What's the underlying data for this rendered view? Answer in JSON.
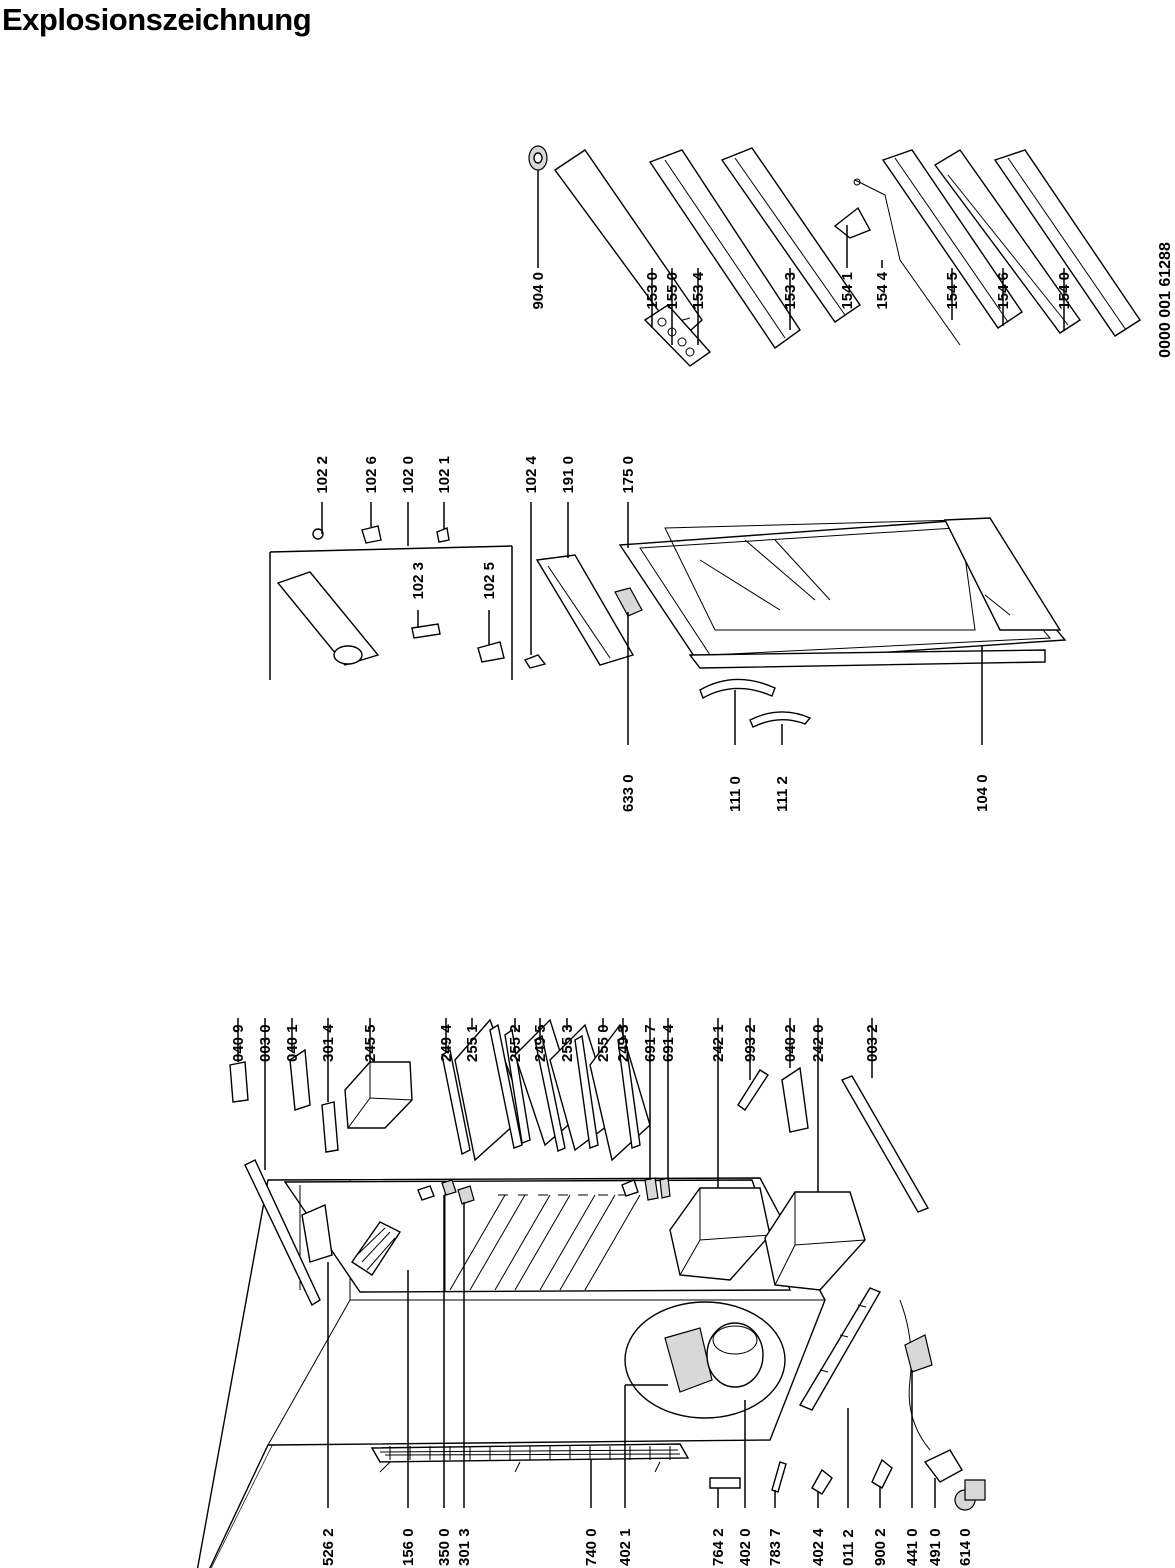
{
  "title": "Explosionszeichnung",
  "document_number": "0000 001 61288",
  "part_numbers": {
    "p5262": "526 2",
    "p1560": "156 0",
    "p3500": "350 0",
    "p3013": "301 3",
    "p7400": "740 0",
    "p4021": "402 1",
    "p7642": "764 2",
    "p4020": "402 0",
    "p7837": "783 7",
    "p4024": "402 4",
    "p0112": "011 2",
    "p9002": "900 2",
    "p4410": "441 0",
    "p4910": "491 0",
    "p6140": "614 0",
    "p0409": "040 9",
    "p0030": "003 0",
    "p0401": "040 1",
    "p3014": "301 4",
    "p2455": "245 5",
    "p2494": "249 4",
    "p2551": "255 1",
    "p2552": "255 2",
    "p2495": "249 5",
    "p2553": "255 3",
    "p2550": "255 0",
    "p2493": "249 3",
    "p6917": "691 7",
    "p6914": "691 4",
    "p2421": "242 1",
    "p9932": "993 2",
    "p0402": "040 2",
    "p2420": "242 0",
    "p0032": "003 2",
    "p6330": "633 0",
    "p1110": "111 0",
    "p1112": "111 2",
    "p1040": "104 0",
    "p1022": "102 2",
    "p1026": "102 6",
    "p1020": "102 0",
    "p1021": "102 1",
    "p1023": "102 3",
    "p1025": "102 5",
    "p1024": "102 4",
    "p1910": "191 0",
    "p1750": "175 0",
    "p9040": "904 0",
    "p1530": "153 0",
    "p1550": "155 0",
    "p1534": "153 4",
    "p1533": "153 3",
    "p1541": "154 1",
    "p1544": "154 4",
    "p1545": "154 5",
    "p1546": "154 6",
    "p1540": "154 0"
  }
}
